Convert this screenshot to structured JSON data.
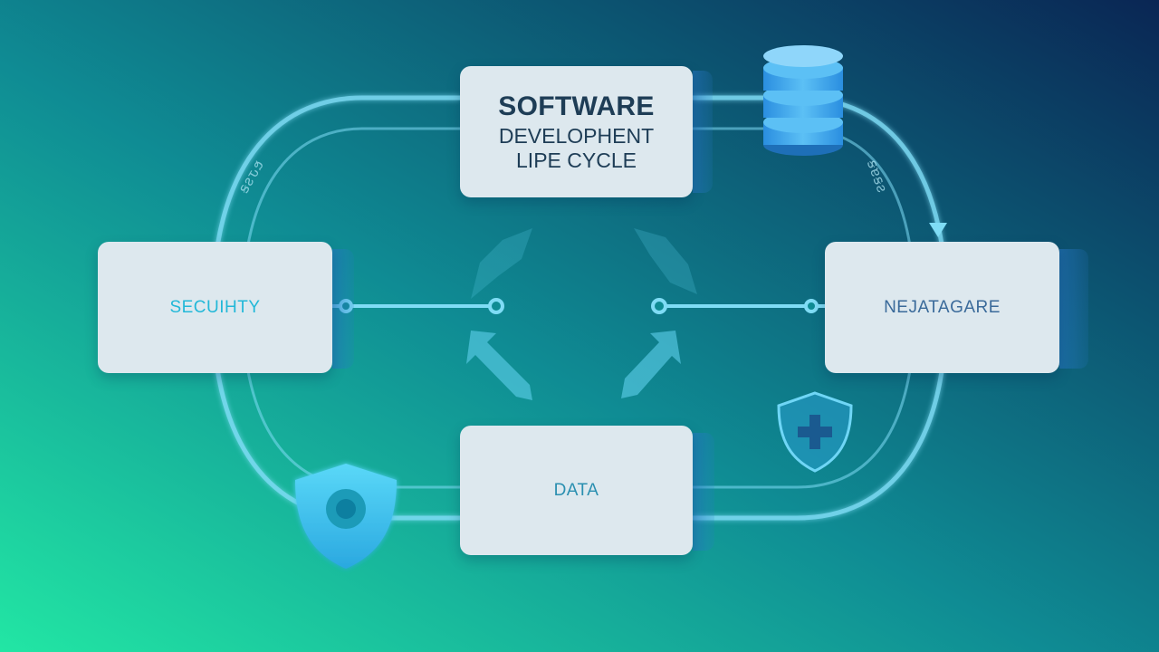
{
  "diagram": {
    "title": {
      "line1": "SOFTWARE",
      "line2": "DEVELOPHENT",
      "line3": "LIPE CYCLE"
    },
    "nodes": {
      "security": "SECUIHTY",
      "manage": "NEJATAGARE",
      "data": "DATA"
    },
    "side_labels": {
      "left": "ꞩƨԏϧ",
      "right": "ꞩɐꞩƨ"
    },
    "colors": {
      "background_start": "#20e0a0",
      "background_end": "#0a2a5a",
      "card": "#dde8ee",
      "accent": "#4fd0f0"
    },
    "icons": [
      "database-icon",
      "shield-lock-icon",
      "shield-plus-icon",
      "double-arrow-icon"
    ]
  }
}
